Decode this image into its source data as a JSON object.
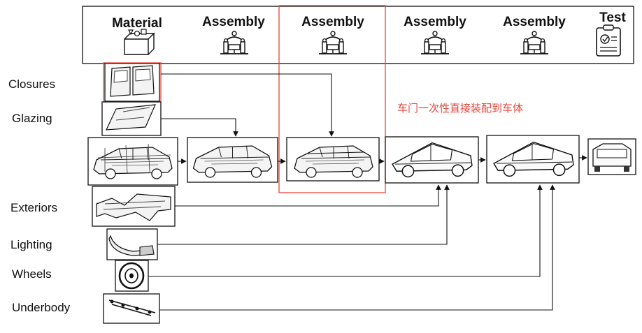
{
  "header": {
    "stages": [
      {
        "title": "Material",
        "icon": "material-box-icon"
      },
      {
        "title": "Assembly",
        "icon": "assembly-robot-icon"
      },
      {
        "title": "Assembly",
        "icon": "assembly-robot-icon"
      },
      {
        "title": "Assembly",
        "icon": "assembly-robot-icon"
      },
      {
        "title": "Assembly",
        "icon": "assembly-robot-icon"
      },
      {
        "title": "Test",
        "icon": "test-clipboard-icon"
      }
    ]
  },
  "rows": {
    "closures": "Closures",
    "glazing": "Glazing",
    "exteriors": "Exteriors",
    "lighting": "Lighting",
    "wheels": "Wheels",
    "underbody": "Underbody"
  },
  "annotation": {
    "text": "车门一次性直接装配到车体",
    "color": "#e8453c"
  },
  "colors": {
    "highlight": "#e8453c",
    "line": "#111111"
  }
}
